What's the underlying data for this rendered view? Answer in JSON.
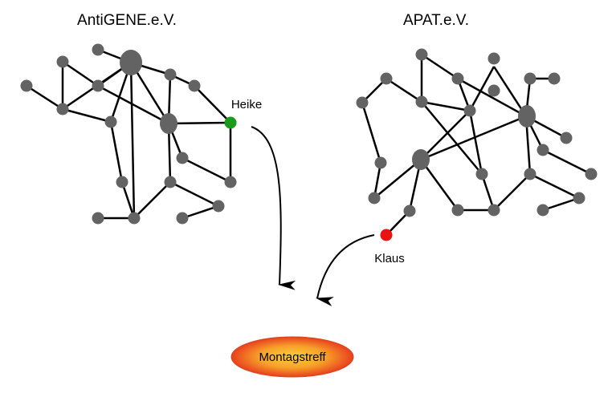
{
  "groups": {
    "left": {
      "name": "AntiGENE.e.V."
    },
    "right": {
      "name": "APAT.e.V."
    }
  },
  "persons": {
    "heike": {
      "name": "Heike",
      "color": "#1a9b1a"
    },
    "klaus": {
      "name": "Klaus",
      "color": "#e81414"
    }
  },
  "meeting": {
    "name": "Montagstreff",
    "color_center": "#ffd23a",
    "color_edge": "#e8401e"
  },
  "colors": {
    "node": "#636363",
    "edge": "#000000"
  }
}
